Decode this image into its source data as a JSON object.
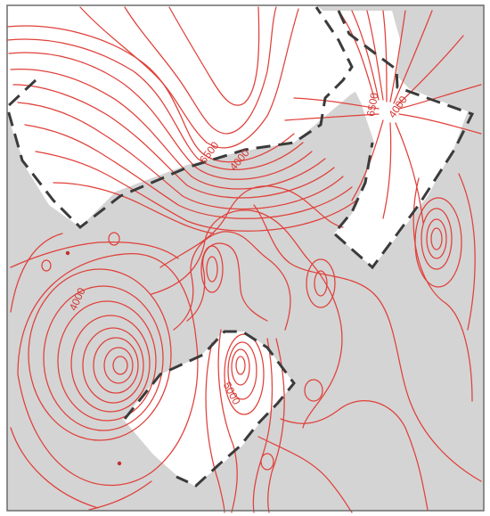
{
  "map": {
    "colors": {
      "shaded_zone": "#d4d4d4",
      "open_zone": "#ffffff",
      "contour_line": "#e0403a",
      "boundary_dash": "#3b3b3b",
      "frame": "#6b6b6b"
    },
    "contour_labels": [
      {
        "id": "label-4000-left",
        "text": "4000"
      },
      {
        "id": "label-6500-center",
        "text": "6500"
      },
      {
        "id": "label-4000-center",
        "text": "4000"
      },
      {
        "id": "label-6500-northeast",
        "text": "6500"
      },
      {
        "id": "label-4000-northeast",
        "text": "4000"
      },
      {
        "id": "label-5000-south",
        "text": "5000"
      }
    ]
  }
}
